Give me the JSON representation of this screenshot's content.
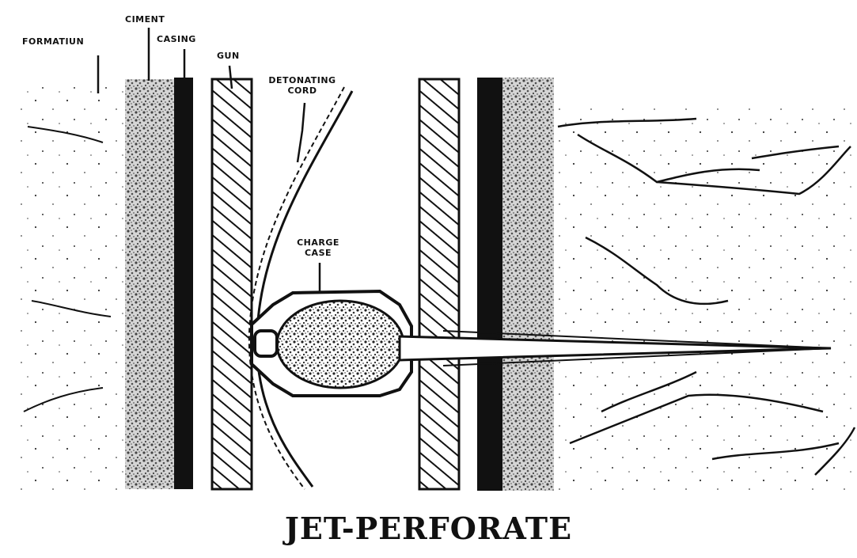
{
  "labels": {
    "formation": "FORMATIUN",
    "cement": "CIMENT",
    "casing": "CASING",
    "gun": "GUN",
    "detonating_cord": "DETONATING CORD",
    "charge_case": "CHARGE CASE"
  },
  "title": "JET-PERFORATE",
  "colors": {
    "ink": "#111111",
    "paper": "#ffffff",
    "cement": "#6b6b6b"
  }
}
